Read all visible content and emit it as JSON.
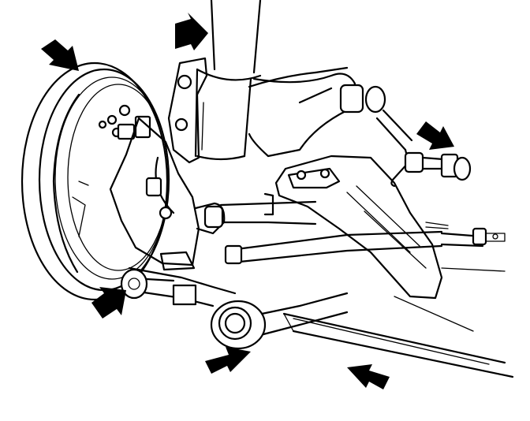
{
  "figure": {
    "colors": {
      "ink": "#000000",
      "paper": "#ffffff"
    },
    "callout_arrows": [
      {
        "name": "arrow-top-strut",
        "direction": "down-left"
      },
      {
        "name": "arrow-top-left-brake",
        "direction": "down-right"
      },
      {
        "name": "arrow-right-link-joint",
        "direction": "down-left"
      },
      {
        "name": "arrow-lower-left-link",
        "direction": "up-right"
      },
      {
        "name": "arrow-lower-bushing",
        "direction": "up-right"
      },
      {
        "name": "arrow-bottom-crossmember",
        "direction": "up-left"
      }
    ]
  }
}
